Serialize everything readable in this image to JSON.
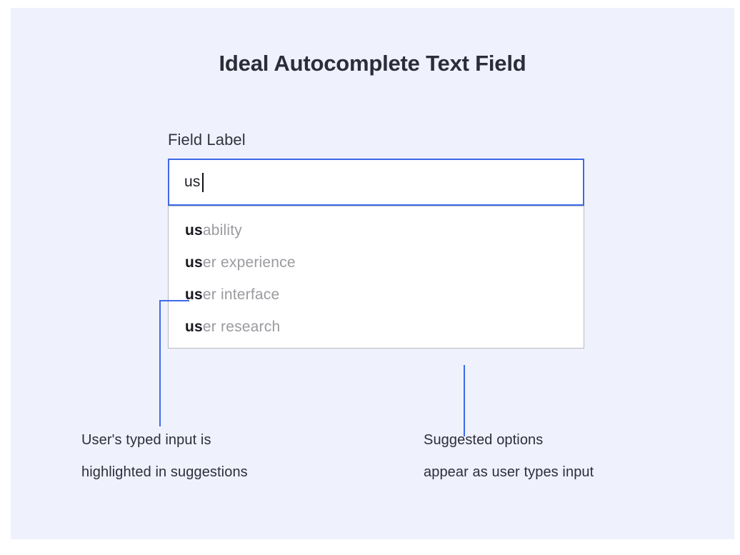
{
  "page": {
    "title": "Ideal Autocomplete Text Field",
    "card_background": "#eff1fd",
    "canvas_background": "#ffffff"
  },
  "field": {
    "label": "Field Label",
    "typed_value": "us",
    "placeholder": "",
    "border_color": "#3d6ae8",
    "caret_visible": true
  },
  "suggestions": {
    "match_prefix": "us",
    "match_color": "#16161e",
    "rest_color": "#9a9aa0",
    "border_color": "#b9b9bd",
    "items": [
      {
        "match": "us",
        "rest": "ability",
        "full": "usability"
      },
      {
        "match": "us",
        "rest": "er experience",
        "full": "user experience"
      },
      {
        "match": "us",
        "rest": "er interface",
        "full": "user interface"
      },
      {
        "match": "us",
        "rest": "er research",
        "full": "user research"
      }
    ]
  },
  "annotations": {
    "accent_color": "#3d6ae8",
    "left": {
      "line1": "User's typed input is",
      "line2": "highlighted in suggestions"
    },
    "right": {
      "line1": "Suggested options",
      "line2": "appear as user types input"
    }
  }
}
